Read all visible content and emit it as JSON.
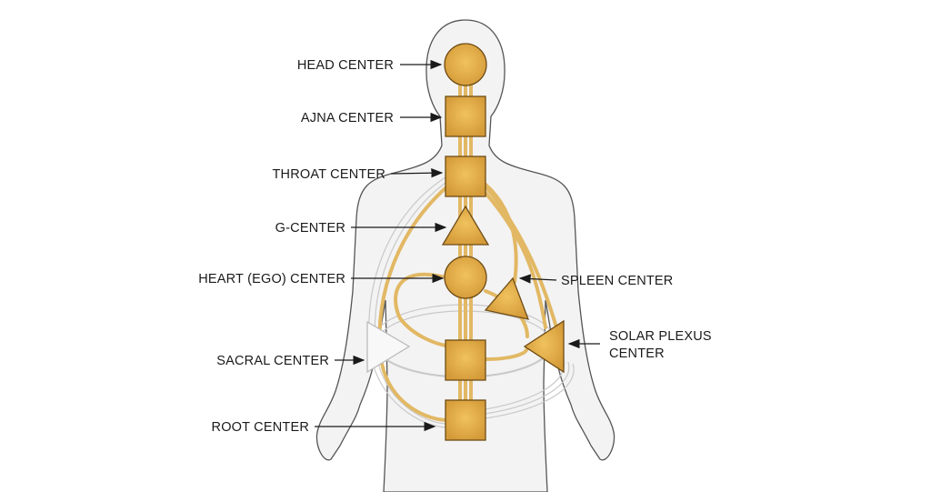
{
  "labels": {
    "head": "HEAD CENTER",
    "ajna": "AJNA CENTER",
    "throat": "THROAT CENTER",
    "g": "G-CENTER",
    "heart": "HEART (EGO) CENTER",
    "spleen": "SPLEEN CENTER",
    "solar_line1": "SOLAR PLEXUS",
    "solar_line2": "CENTER",
    "sacral": "SACRAL CENTER",
    "root": "ROOT CENTER"
  },
  "colors": {
    "gold": "#dba744",
    "gold_dark": "#7a5518",
    "channel": "#e2b864",
    "body": "#f3f3f3",
    "outline": "#555555"
  }
}
